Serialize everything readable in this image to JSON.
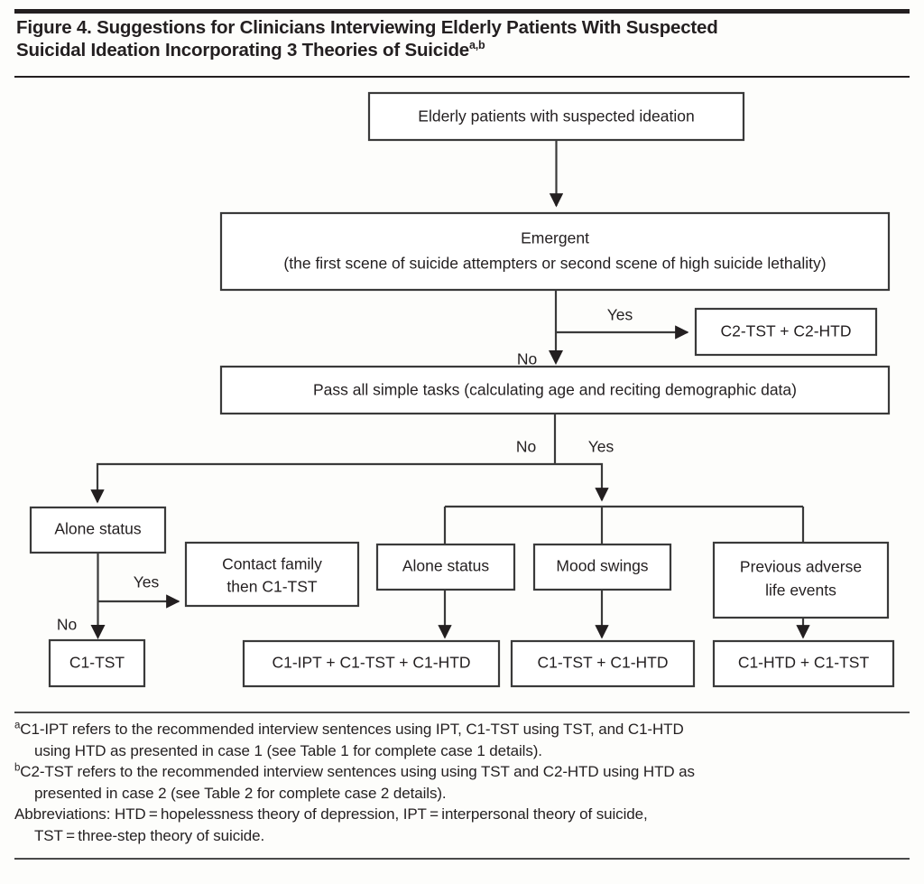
{
  "figure": {
    "title_line1": "Figure 4. Suggestions for Clinicians Interviewing Elderly Patients With Suspected",
    "title_line2": "Suicidal Ideation Incorporating 3 Theories of Suicide",
    "title_superscript": "a,b"
  },
  "flowchart": {
    "type": "decision-flowchart",
    "nodes": {
      "start": "Elderly patients with suspected ideation",
      "emergent_line1": "Emergent",
      "emergent_line2": "(the first scene of suicide attempters or second scene of high suicide lethality)",
      "emergent_yes_outcome": "C2-TST + C2-HTD",
      "pass_tasks": "Pass all simple tasks (calculating age and reciting demographic data)",
      "left_alone_status": "Alone status",
      "contact_family_line1": "Contact family",
      "contact_family_line2": "then C1-TST",
      "left_no_outcome": "C1-TST",
      "right_alone_status": "Alone status",
      "right_mood_swings": "Mood swings",
      "right_previous_line1": "Previous adverse",
      "right_previous_line2": "life events",
      "outcome_alone": "C1-IPT + C1-TST + C1-HTD",
      "outcome_mood": "C1-TST + C1-HTD",
      "outcome_previous": "C1-HTD + C1-TST"
    },
    "edge_labels": {
      "emergent_yes": "Yes",
      "emergent_no": "No",
      "pass_no": "No",
      "pass_yes": "Yes",
      "alone_yes": "Yes",
      "alone_no": "No"
    }
  },
  "footnotes": {
    "a_marker": "a",
    "a_line1": "C1-IPT refers to the recommended interview sentences using IPT, C1-TST using TST, and C1-HTD",
    "a_line2": "using HTD as presented in case 1 (see Table 1 for complete case 1 details).",
    "b_marker": "b",
    "b_line1": "C2-TST refers to the recommended interview sentences using using TST and C2-HTD using HTD as",
    "b_line2": "presented in case 2 (see Table 2 for complete case 2 details).",
    "abbrev_line1": "Abbreviations: HTD = hopelessness theory of depression, IPT = interpersonal theory of suicide,",
    "abbrev_line2": "TST = three-step theory of suicide."
  }
}
